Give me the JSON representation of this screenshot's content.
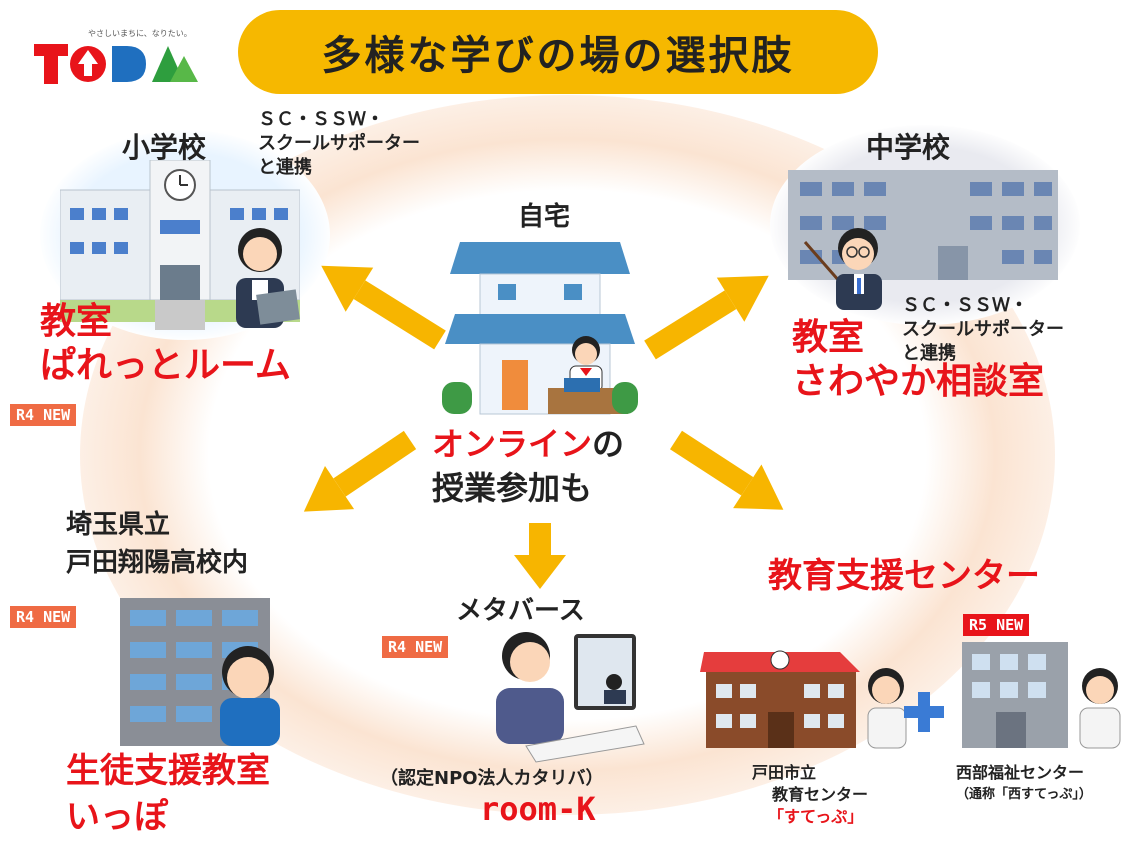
{
  "title": "多様な学びの場の選択肢",
  "logo": {
    "tagline": "やさしいまちに、なりたい。",
    "brand": "TODA"
  },
  "home": {
    "label": "自宅",
    "online_red": "オンライン",
    "online_rest": "の",
    "online_line2": "授業参加も"
  },
  "elementary": {
    "label": "小学校",
    "note": [
      "ＳＣ・ＳＳＷ・",
      "スクールサポーター",
      "と連携"
    ],
    "room1": "教室",
    "room2": "ぱれっとルーム",
    "badge": "R4 NEW"
  },
  "junior_high": {
    "label": "中学校",
    "note": [
      "ＳＣ・ＳＳＷ・",
      "スクールサポーター",
      "と連携"
    ],
    "room1": "教室",
    "room2": "さわやか相談室"
  },
  "high_school": {
    "label1": "埼玉県立",
    "label2": "戸田翔陽高校内",
    "badge": "R4 NEW",
    "room1": "生徒支援教室",
    "room2": "いっぽ"
  },
  "metaverse": {
    "label": "メタバース",
    "badge": "R4 NEW",
    "org": "（認定NPO法人カタリバ）",
    "name": "room-K"
  },
  "center": {
    "title": "教育支援センター",
    "badge": "R5 NEW",
    "left1": "戸田市立",
    "left2": "教育センター",
    "left3": "「すてっぷ」",
    "right1": "西部福祉センター",
    "right2": "（通称「西すてっぷ」）"
  },
  "colors": {
    "accent": "#f6b800",
    "red": "#e8141a",
    "arrow": "#f7b500"
  }
}
